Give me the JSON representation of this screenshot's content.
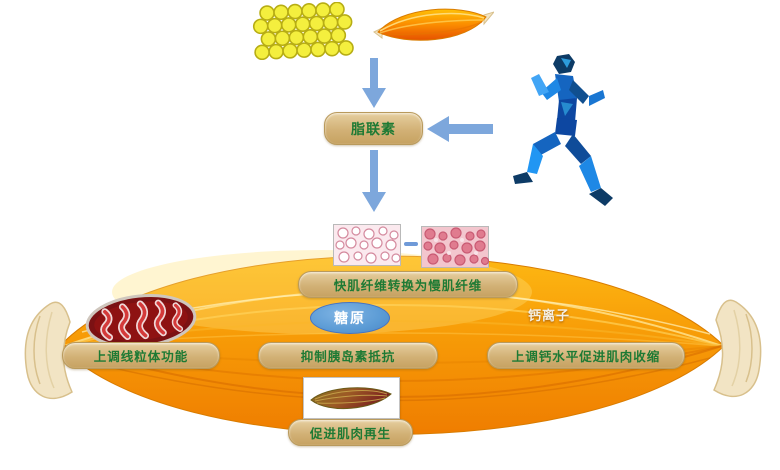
{
  "labels": {
    "adiponectin": "脂联素",
    "fiber_conversion": "快肌纤维转换为慢肌纤维",
    "glycogen": "糖原",
    "calcium_ion": "钙离子",
    "mito_function": "上调线粒体功能",
    "insulin_resistance": "抑制胰岛素抵抗",
    "calcium_contraction": "上调钙水平促进肌肉收缩",
    "muscle_regeneration": "促进肌肉再生"
  },
  "icons": {
    "fat_cells": "adipocyte-cluster-icon",
    "muscle_fiber_top": "muscle-fiber-icon",
    "runner": "running-man-icon",
    "big_muscle": "muscle-illustration",
    "histology_fast": "fast-fiber-micrograph",
    "histology_slow": "slow-fiber-micrograph",
    "mitochondria": "mitochondria-icon",
    "small_muscle": "regenerating-muscle-icon"
  },
  "colors": {
    "pill_bg": "#d2b176",
    "pill_text": "#1e7a34",
    "glycogen_bg": "#5b9bd5",
    "arrow_blue": "#7da7dc",
    "muscle_orange": "#f79b07",
    "tendon_cream": "#f2e4c4",
    "fat_yellow": "#f4ef3e",
    "runner_blue": "#1565c0",
    "mito_red": "#7b1113"
  }
}
